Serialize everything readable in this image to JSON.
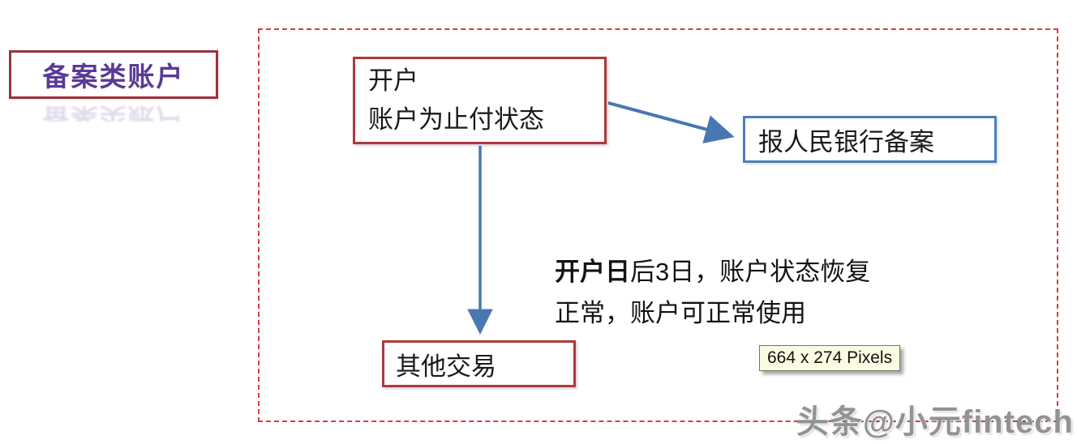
{
  "category_label": {
    "text": "备案类账户"
  },
  "flowchart": {
    "node_open_account": {
      "lines": [
        "开户",
        "账户为止付状态"
      ]
    },
    "node_pboc_filing": {
      "text": "报人民银行备案"
    },
    "node_other_transactions": {
      "text": "其他交易"
    },
    "note": {
      "bold_prefix": "开户日",
      "line1_rest": "后3日，账户状态恢复",
      "line2": "正常，账户可正常使用"
    }
  },
  "size_tooltip": {
    "text": "664 x 274 Pixels"
  },
  "watermark": {
    "text": "头条@小元fintech"
  },
  "colors": {
    "red_box_border": "#ad3a3e",
    "blue_box_border": "#4a7ebb",
    "arrow_blue": "#4877b2",
    "dashed_frame_red": "#d24040",
    "category_text_purple": "#5b3a95",
    "tooltip_background": "#fbfbe2"
  }
}
